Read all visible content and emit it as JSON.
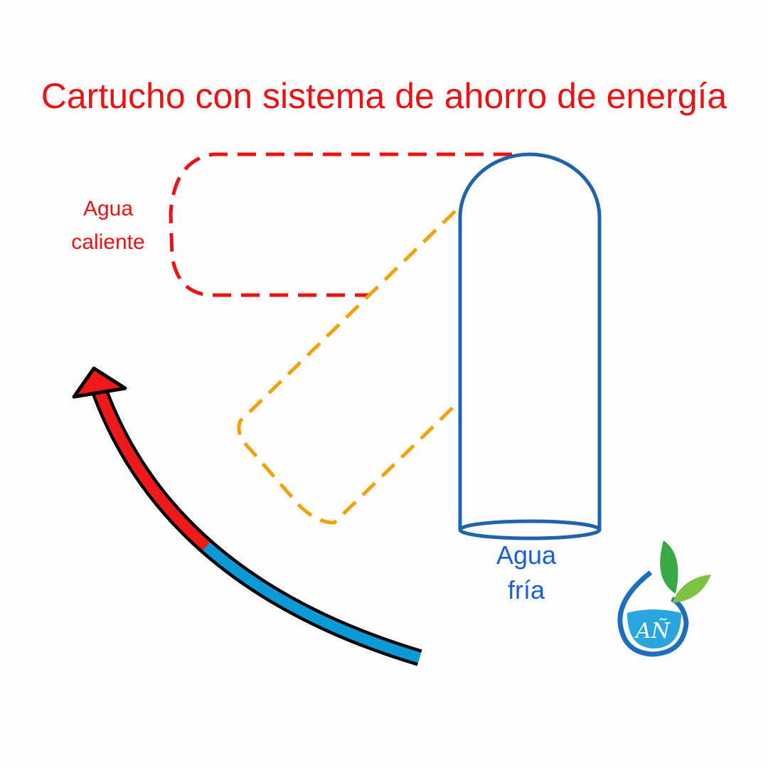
{
  "title": "Cartucho con sistema de ahorro de energía",
  "hot_label": {
    "line1": "Agua",
    "line2": "caliente"
  },
  "cold_label": {
    "line1": "Agua",
    "line2": "fría"
  },
  "logo": {
    "letters": "AÑ"
  },
  "colors": {
    "hot": "#ee1111",
    "cold_text": "#1a5ee0",
    "cartridge": "#1f63ad",
    "mixed": "#f5a00a",
    "arrow_cold": "#0a9ad8"
  }
}
